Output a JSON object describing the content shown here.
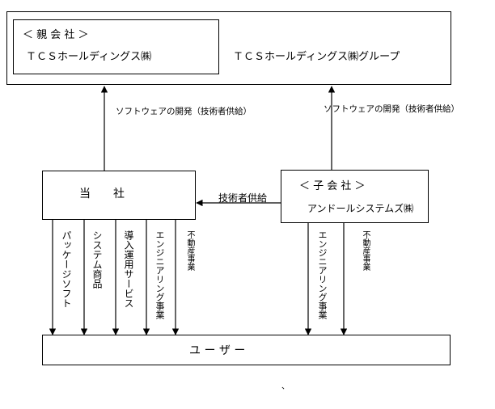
{
  "parent_group": {
    "box_label": "＜ 親 会 社 ＞",
    "company": "ＴＣＳホールディングス㈱",
    "group_name": "ＴＣＳホールディングス㈱グループ"
  },
  "edges": {
    "left_up": "ソフトウェアの開発（技術者供給）",
    "right_up": "ソフトウェアの開発（技術者供給）",
    "subsidiary_to_company": "技術者供給"
  },
  "company": {
    "label": "当　　社"
  },
  "subsidiary": {
    "box_label": "＜ 子 会 社 ＞",
    "name": "アンドールシステムズ㈱"
  },
  "company_flows": [
    "パッケージソフト",
    "システム商品",
    "導入運用サービス",
    "エンジニアリング事業",
    "不動産事業"
  ],
  "subsidiary_flows": [
    "エンジニアリング事業",
    "不動産事業"
  ],
  "user": {
    "label": "ユ ー ザ ー"
  },
  "stray_mark": "、"
}
